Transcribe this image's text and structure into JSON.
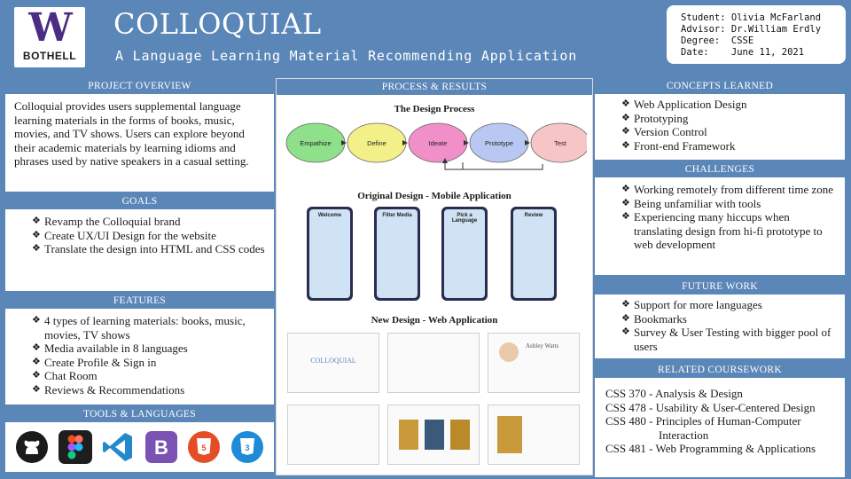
{
  "header": {
    "logo_letter": "W",
    "logo_sub": "BOTHELL",
    "title": "COLLOQUIAL",
    "subtitle": "A Language Learning Material Recommending Application",
    "info": [
      "Student: Olivia McFarland",
      "Advisor: Dr.William Erdly",
      "Degree:  CSSE",
      "Date:    June 11, 2021"
    ]
  },
  "overview": {
    "heading": "PROJECT OVERVIEW",
    "text": "Colloquial provides users supplemental language learning materials in the forms of books, music, movies, and TV shows. Users can explore beyond their academic materials by learning idioms and phrases used by native speakers in a casual setting."
  },
  "goals": {
    "heading": "GOALS",
    "items": [
      "Revamp the Colloquial brand",
      "Create UX/UI Design for the website",
      "Translate the design into HTML and CSS codes"
    ]
  },
  "features": {
    "heading": "FEATURES",
    "items": [
      "4 types of learning materials: books, music, movies, TV shows",
      "Media available in 8 languages",
      "Create Profile &  Sign in",
      "Chat Room",
      "Reviews & Recommendations"
    ]
  },
  "tools": {
    "heading": "TOOLS & LANGUAGES",
    "icons": [
      "github-icon",
      "figma-icon",
      "vscode-icon",
      "bootstrap-icon",
      "html5-icon",
      "css3-icon"
    ]
  },
  "process": {
    "heading": "PROCESS & RESULTS",
    "design_title": "The Design Process",
    "steps": [
      "Empathize",
      "Define",
      "Ideate",
      "Prototype",
      "Test"
    ],
    "step_colors": [
      "#8fe08a",
      "#f3f08a",
      "#f08fc8",
      "#b8c8f2",
      "#f6c6c6"
    ],
    "mobile_title": "Original Design - Mobile Application",
    "phones": [
      "Welcome",
      "Filter Media",
      "Pick a Language",
      "Review"
    ],
    "web_title": "New Design - Web Application",
    "web_logo": "COLLOQUIAL",
    "web_profile_name": "Ashley Watts"
  },
  "concepts": {
    "heading": "CONCEPTS LEARNED",
    "items": [
      "Web Application Design",
      "Prototyping",
      "Version Control",
      "Front-end Framework"
    ]
  },
  "challenges": {
    "heading": "CHALLENGES",
    "items": [
      "Working remotely from different time zone",
      "Being unfamiliar with tools",
      "Experiencing many hiccups when translating design from hi-fi prototype to web development"
    ]
  },
  "future": {
    "heading": "FUTURE WORK",
    "items": [
      "Support for more languages",
      "Bookmarks",
      "Survey & User Testing with bigger pool of users"
    ]
  },
  "coursework": {
    "heading": "RELATED COURSEWORK",
    "items": [
      "CSS 370 - Analysis & Design",
      "CSS 478 - Usability & User-Centered Design",
      "CSS 480 - Principles of Human-Computer",
      "Interaction",
      "CSS 481 - Web Programming & Applications"
    ]
  },
  "colors": {
    "primary": "#5b86b8",
    "uw_purple": "#4b2e83"
  }
}
